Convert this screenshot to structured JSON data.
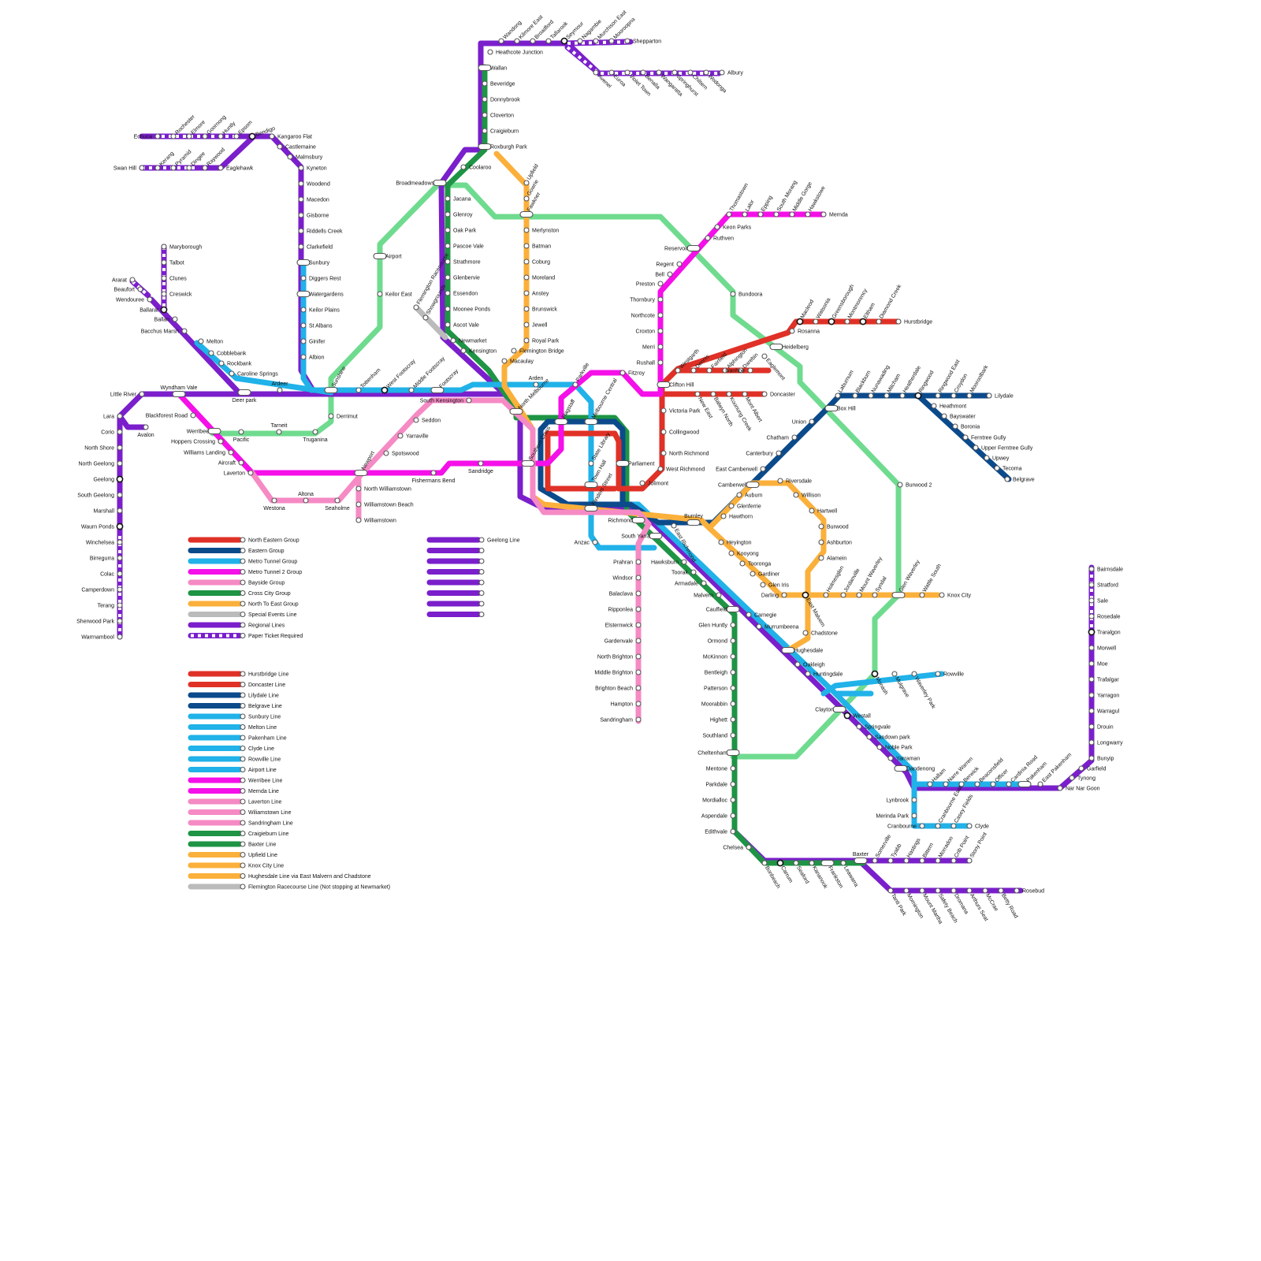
{
  "colors": {
    "north_eastern": "#E03127",
    "eastern": "#0B4A8B",
    "metro_tunnel": "#20B2E8",
    "metro_tunnel_2": "#F50FE8",
    "bayside": "#F58AC4",
    "cross_city": "#1E9444",
    "north_to_east": "#FBB03B",
    "special_events": "#BBBBBB",
    "regional": "#7A1FCB",
    "airport_green": "#6FDB8F"
  },
  "legend_groups": [
    {
      "label": "North Eastern Group",
      "color": "#E03127"
    },
    {
      "label": "Eastern Group",
      "color": "#0B4A8B"
    },
    {
      "label": "Metro Tunnel Group",
      "color": "#20B2E8"
    },
    {
      "label": "Metro Tunnel 2 Group",
      "color": "#F50FE8"
    },
    {
      "label": "Bayside Group",
      "color": "#F58AC4"
    },
    {
      "label": "Cross City Group",
      "color": "#1E9444"
    },
    {
      "label": "North To East Group",
      "color": "#FBB03B"
    },
    {
      "label": "Special Events Line",
      "color": "#BBBBBB"
    },
    {
      "label": "Regional Lines",
      "color": "#7A1FCB"
    },
    {
      "label": "Paper Ticket Required",
      "color": "#7A1FCB",
      "dashed": true
    }
  ],
  "legend_lines": [
    {
      "label": "Hurstbridge Line",
      "color": "#E03127"
    },
    {
      "label": "Doncaster Line",
      "color": "#E03127"
    },
    {
      "label": "Lilydale Line",
      "color": "#0B4A8B"
    },
    {
      "label": "Belgrave Line",
      "color": "#0B4A8B"
    },
    {
      "label": "Sunbury Line",
      "color": "#20B2E8"
    },
    {
      "label": "Melton Line",
      "color": "#20B2E8"
    },
    {
      "label": "Pakenham Line",
      "color": "#20B2E8"
    },
    {
      "label": "Clyde Line",
      "color": "#20B2E8"
    },
    {
      "label": "Rowville Line",
      "color": "#20B2E8"
    },
    {
      "label": "Airport Line",
      "color": "#20B2E8"
    },
    {
      "label": "Werribee Line",
      "color": "#F50FE8"
    },
    {
      "label": "Mernda Line",
      "color": "#F50FE8"
    },
    {
      "label": "Laverton Line",
      "color": "#F58AC4"
    },
    {
      "label": "Wiliamstown Line",
      "color": "#F58AC4"
    },
    {
      "label": "Sandringham Line",
      "color": "#F58AC4"
    },
    {
      "label": "Craigieburn Line",
      "color": "#1E9444"
    },
    {
      "label": "Baxter Line",
      "color": "#1E9444"
    },
    {
      "label": "Upfield Line",
      "color": "#FBB03B"
    },
    {
      "label": "Knox City Line",
      "color": "#FBB03B"
    },
    {
      "label": "Hughesdale Line via East Malvern and Chadstone",
      "color": "#FBB03B"
    },
    {
      "label": "Flemington Racecourse Line (Not stopping at Newmarket)",
      "color": "#BBBBBB"
    }
  ],
  "legend_regional": [
    {
      "label": "Geelong Line",
      "color": "#7A1FCB"
    },
    {
      "label": "",
      "color": "#7A1FCB"
    },
    {
      "label": "",
      "color": "#7A1FCB"
    },
    {
      "label": "",
      "color": "#7A1FCB"
    },
    {
      "label": "",
      "color": "#7A1FCB"
    },
    {
      "label": "",
      "color": "#7A1FCB"
    },
    {
      "label": "",
      "color": "#7A1FCB"
    },
    {
      "label": "",
      "color": "#7A1FCB"
    }
  ],
  "stations": [
    {
      "name": "Wandong"
    },
    {
      "name": "Kilmore East"
    },
    {
      "name": "Broadford"
    },
    {
      "name": "Tallarook"
    },
    {
      "name": "Seymour"
    },
    {
      "name": "Nagambie"
    },
    {
      "name": "Murchison East"
    },
    {
      "name": "Mooroopna"
    },
    {
      "name": "Shepparton"
    },
    {
      "name": "Heathcote Junction"
    },
    {
      "name": "Avenel"
    },
    {
      "name": "Euroa"
    },
    {
      "name": "Violet Town"
    },
    {
      "name": "Benalla"
    },
    {
      "name": "Wangaratta"
    },
    {
      "name": "Springhurst"
    },
    {
      "name": "Chiltern"
    },
    {
      "name": "Wodonga"
    },
    {
      "name": "Albury"
    },
    {
      "name": "Wallan"
    },
    {
      "name": "Beveridge"
    },
    {
      "name": "Donnybrook"
    },
    {
      "name": "Cloverton"
    },
    {
      "name": "Craigieburn"
    },
    {
      "name": "Roxburgh Park"
    },
    {
      "name": "Coolaroo"
    },
    {
      "name": "Broadmeadows"
    },
    {
      "name": "Jacana"
    },
    {
      "name": "Glenroy"
    },
    {
      "name": "Oak Park"
    },
    {
      "name": "Pascoe Vale"
    },
    {
      "name": "Strathmore"
    },
    {
      "name": "Glenbervie"
    },
    {
      "name": "Essendon"
    },
    {
      "name": "Moonee Ponds"
    },
    {
      "name": "Ascot Vale"
    },
    {
      "name": "Newmarket"
    },
    {
      "name": "Kensington"
    },
    {
      "name": "Upfield"
    },
    {
      "name": "Gowrie"
    },
    {
      "name": "Fawkner"
    },
    {
      "name": "Merlynston"
    },
    {
      "name": "Batman"
    },
    {
      "name": "Coburg"
    },
    {
      "name": "Moreland"
    },
    {
      "name": "Anstey"
    },
    {
      "name": "Brunswick"
    },
    {
      "name": "Jewell"
    },
    {
      "name": "Royal Park"
    },
    {
      "name": "Flemington Bridge"
    },
    {
      "name": "Macaulay"
    },
    {
      "name": "Echuca"
    },
    {
      "name": "Rochester"
    },
    {
      "name": "Elmore"
    },
    {
      "name": "Goornong"
    },
    {
      "name": "Huntly"
    },
    {
      "name": "Epsom"
    },
    {
      "name": "Bendigo"
    },
    {
      "name": "Kangaroo Flat"
    },
    {
      "name": "Castlemaine"
    },
    {
      "name": "Malmsbury"
    },
    {
      "name": "Kyneton"
    },
    {
      "name": "Woodend"
    },
    {
      "name": "Macedon"
    },
    {
      "name": "Gisborne"
    },
    {
      "name": "Riddells Creek"
    },
    {
      "name": "Clarkefield"
    },
    {
      "name": "Sunbury"
    },
    {
      "name": "Diggers Rest"
    },
    {
      "name": "Watergardens"
    },
    {
      "name": "Keilor Plains"
    },
    {
      "name": "St Albans"
    },
    {
      "name": "Ginifer"
    },
    {
      "name": "Albion"
    },
    {
      "name": "Swan Hill"
    },
    {
      "name": "Kerang"
    },
    {
      "name": "Pyramid"
    },
    {
      "name": "Dingee"
    },
    {
      "name": "Raywood"
    },
    {
      "name": "Eaglehawk"
    },
    {
      "name": "Maryborough"
    },
    {
      "name": "Talbot"
    },
    {
      "name": "Clunes"
    },
    {
      "name": "Creswick"
    },
    {
      "name": "Ararat"
    },
    {
      "name": "Beaufort"
    },
    {
      "name": "Wendouree"
    },
    {
      "name": "Ballarat"
    },
    {
      "name": "Ballan"
    },
    {
      "name": "Bacchus Marsh"
    },
    {
      "name": "Melton"
    },
    {
      "name": "Cobblebank"
    },
    {
      "name": "Rockbank"
    },
    {
      "name": "Caroline Springs"
    },
    {
      "name": "Deer park"
    },
    {
      "name": "Ardeer"
    },
    {
      "name": "Sunshine"
    },
    {
      "name": "Tottenham"
    },
    {
      "name": "West Footscray"
    },
    {
      "name": "Middle Footscray"
    },
    {
      "name": "Footscray"
    },
    {
      "name": "South Kensington"
    },
    {
      "name": "North Melbourne"
    },
    {
      "name": "Little River"
    },
    {
      "name": "Wyndham Vale"
    },
    {
      "name": "Lara"
    },
    {
      "name": "Corio"
    },
    {
      "name": "Avalon"
    },
    {
      "name": "North Shore"
    },
    {
      "name": "North Geelong"
    },
    {
      "name": "Geelong"
    },
    {
      "name": "South Geelong"
    },
    {
      "name": "Marshall"
    },
    {
      "name": "Waurn Ponds"
    },
    {
      "name": "Winchelsea"
    },
    {
      "name": "Birregurra"
    },
    {
      "name": "Colac"
    },
    {
      "name": "Camperdown"
    },
    {
      "name": "Terang"
    },
    {
      "name": "Sherwood Park"
    },
    {
      "name": "Warrnambool"
    },
    {
      "name": "Blackforest Road"
    },
    {
      "name": "Werribee"
    },
    {
      "name": "Hoppers Crossing"
    },
    {
      "name": "Williams Landing"
    },
    {
      "name": "Aircraft"
    },
    {
      "name": "Laverton"
    },
    {
      "name": "Westona"
    },
    {
      "name": "Altona"
    },
    {
      "name": "Seaholme"
    },
    {
      "name": "Pacific"
    },
    {
      "name": "Tarneit"
    },
    {
      "name": "Truganina"
    },
    {
      "name": "Derrimut"
    },
    {
      "name": "Airport"
    },
    {
      "name": "Keilor East"
    },
    {
      "name": "Flemington Racecourse"
    },
    {
      "name": "Showgrounds"
    },
    {
      "name": "Newport"
    },
    {
      "name": "North Williamstown"
    },
    {
      "name": "Williamstown Beach"
    },
    {
      "name": "Williamstown"
    },
    {
      "name": "Spotswood"
    },
    {
      "name": "Yarraville"
    },
    {
      "name": "Seddon"
    },
    {
      "name": "Sandridge"
    },
    {
      "name": "Fishermans Bend"
    },
    {
      "name": "Arden"
    },
    {
      "name": "Parkville"
    },
    {
      "name": "Fitzroy"
    },
    {
      "name": "Flagstaff"
    },
    {
      "name": "Melbourne Central"
    },
    {
      "name": "Parliament"
    },
    {
      "name": "State Library"
    },
    {
      "name": "Southern Cross"
    },
    {
      "name": "Town Hall"
    },
    {
      "name": "Flinders Street"
    },
    {
      "name": "Jolimont"
    },
    {
      "name": "Richmond"
    },
    {
      "name": "South Yarra"
    },
    {
      "name": "Anzac"
    },
    {
      "name": "East Richmond"
    },
    {
      "name": "Burnley"
    },
    {
      "name": "Prahran"
    },
    {
      "name": "Windsor"
    },
    {
      "name": "Balaclava"
    },
    {
      "name": "Ripponlea"
    },
    {
      "name": "Elsternwick"
    },
    {
      "name": "Gardenvale"
    },
    {
      "name": "North Brighton"
    },
    {
      "name": "Middle Brighton"
    },
    {
      "name": "Brighton Beach"
    },
    {
      "name": "Hampton"
    },
    {
      "name": "Sandringham"
    },
    {
      "name": "Hawksburn"
    },
    {
      "name": "Toorak"
    },
    {
      "name": "Armadale"
    },
    {
      "name": "Malvern"
    },
    {
      "name": "Caulfield"
    },
    {
      "name": "Glen Huntly"
    },
    {
      "name": "Ormond"
    },
    {
      "name": "McKinnon"
    },
    {
      "name": "Bentleigh"
    },
    {
      "name": "Patterson"
    },
    {
      "name": "Moorabbin"
    },
    {
      "name": "Highett"
    },
    {
      "name": "Southland"
    },
    {
      "name": "Cheltenham"
    },
    {
      "name": "Mentone"
    },
    {
      "name": "Parkdale"
    },
    {
      "name": "Mordialloc"
    },
    {
      "name": "Aspendale"
    },
    {
      "name": "Edithvale"
    },
    {
      "name": "Chelsea"
    },
    {
      "name": "Bonbeach"
    },
    {
      "name": "Carrum"
    },
    {
      "name": "Seaford"
    },
    {
      "name": "Kananook"
    },
    {
      "name": "Frankston"
    },
    {
      "name": "Leawarra"
    },
    {
      "name": "Baxter"
    },
    {
      "name": "Somerville"
    },
    {
      "name": "Tyabb"
    },
    {
      "name": "Hastings"
    },
    {
      "name": "Bittern"
    },
    {
      "name": "Morradoo"
    },
    {
      "name": "Crib Point"
    },
    {
      "name": "Stony Point"
    },
    {
      "name": "Tanti Park"
    },
    {
      "name": "Mornington"
    },
    {
      "name": "Mount Martha"
    },
    {
      "name": "Safety Beach"
    },
    {
      "name": "Dromana"
    },
    {
      "name": "Arthurs Seat"
    },
    {
      "name": "McCrae"
    },
    {
      "name": "Betty Road"
    },
    {
      "name": "Rosebud"
    },
    {
      "name": "Carnegie"
    },
    {
      "name": "Murrumbeena"
    },
    {
      "name": "Hughesdale"
    },
    {
      "name": "Oakleigh"
    },
    {
      "name": "Huntingdale"
    },
    {
      "name": "Monash"
    },
    {
      "name": "Mulgrave"
    },
    {
      "name": "Waverley Park"
    },
    {
      "name": "Rowville"
    },
    {
      "name": "Clayton"
    },
    {
      "name": "Westall"
    },
    {
      "name": "Springvale"
    },
    {
      "name": "Sandown park"
    },
    {
      "name": "Noble Park"
    },
    {
      "name": "Yarraman"
    },
    {
      "name": "Dandenong"
    },
    {
      "name": "Hallam"
    },
    {
      "name": "Narre Warren"
    },
    {
      "name": "Berwick"
    },
    {
      "name": "Beaconsfield"
    },
    {
      "name": "Officer"
    },
    {
      "name": "Cardinia Road"
    },
    {
      "name": "Pakenham"
    },
    {
      "name": "East Pakenham"
    },
    {
      "name": "Nar Nar Goon"
    },
    {
      "name": "Tynong"
    },
    {
      "name": "Garfield"
    },
    {
      "name": "Bunyip"
    },
    {
      "name": "Longwarry"
    },
    {
      "name": "Drouin"
    },
    {
      "name": "Warragul"
    },
    {
      "name": "Yarragon"
    },
    {
      "name": "Trafalgar"
    },
    {
      "name": "Moe"
    },
    {
      "name": "Morwell"
    },
    {
      "name": "Traralgon"
    },
    {
      "name": "Rosedale"
    },
    {
      "name": "Sale"
    },
    {
      "name": "Stratford"
    },
    {
      "name": "Bairnsdale"
    },
    {
      "name": "Lynbrook"
    },
    {
      "name": "Merinda Park"
    },
    {
      "name": "Cranbourne"
    },
    {
      "name": "Cranbourne East"
    },
    {
      "name": "Casey Fields"
    },
    {
      "name": "Clyde"
    },
    {
      "name": "Heyington"
    },
    {
      "name": "Kooyong"
    },
    {
      "name": "Tooronga"
    },
    {
      "name": "Gardiner"
    },
    {
      "name": "Glen Iris"
    },
    {
      "name": "Darling"
    },
    {
      "name": "East Malvern"
    },
    {
      "name": "Holmesglen"
    },
    {
      "name": "Jordanville"
    },
    {
      "name": "Mount Waverley"
    },
    {
      "name": "Syndal"
    },
    {
      "name": "Glen Waverley"
    },
    {
      "name": "Wattle South"
    },
    {
      "name": "Knox City"
    },
    {
      "name": "Chadstone"
    },
    {
      "name": "Riversdale"
    },
    {
      "name": "Willison"
    },
    {
      "name": "Hartwell"
    },
    {
      "name": "Burwood"
    },
    {
      "name": "Ashburton"
    },
    {
      "name": "Alamein"
    },
    {
      "name": "Hawthorn"
    },
    {
      "name": "Glenferrie"
    },
    {
      "name": "Auburn"
    },
    {
      "name": "Camberwell"
    },
    {
      "name": "East Camberwell"
    },
    {
      "name": "Canterbury"
    },
    {
      "name": "Chatham"
    },
    {
      "name": "Union"
    },
    {
      "name": "Box Hill"
    },
    {
      "name": "Laburnum"
    },
    {
      "name": "Blackburn"
    },
    {
      "name": "Nunawading"
    },
    {
      "name": "Mitcham"
    },
    {
      "name": "Heatherdale"
    },
    {
      "name": "Ringwood"
    },
    {
      "name": "Ringwood East"
    },
    {
      "name": "Croydon"
    },
    {
      "name": "Mooroolbark"
    },
    {
      "name": "Lilydale"
    },
    {
      "name": "Heathmont"
    },
    {
      "name": "Bayswater"
    },
    {
      "name": "Boronia"
    },
    {
      "name": "Ferntree Gully"
    },
    {
      "name": "Upper Ferntree Gully"
    },
    {
      "name": "Upwey"
    },
    {
      "name": "Tecoma"
    },
    {
      "name": "Belgrave"
    },
    {
      "name": "Burwood 2"
    },
    {
      "name": "Clifton Hill"
    },
    {
      "name": "Victoria Park"
    },
    {
      "name": "Collingwood"
    },
    {
      "name": "North Richmond"
    },
    {
      "name": "West Richmond"
    },
    {
      "name": "Westgarth"
    },
    {
      "name": "Dennis"
    },
    {
      "name": "Fairfield"
    },
    {
      "name": "Alphington"
    },
    {
      "name": "Darebin"
    },
    {
      "name": "Ivanhoe"
    },
    {
      "name": "Eaglemont"
    },
    {
      "name": "Heidelberg"
    },
    {
      "name": "Rosanna"
    },
    {
      "name": "Macleod"
    },
    {
      "name": "Watsonia"
    },
    {
      "name": "Greensborough"
    },
    {
      "name": "Montmorency"
    },
    {
      "name": "Eltham"
    },
    {
      "name": "Diamond Creek"
    },
    {
      "name": "Hurstbridge"
    },
    {
      "name": "New East"
    },
    {
      "name": "Balwyn North"
    },
    {
      "name": "Koonung Creek"
    },
    {
      "name": "Mont Albert"
    },
    {
      "name": "Doncaster"
    },
    {
      "name": "Rushall"
    },
    {
      "name": "Merri"
    },
    {
      "name": "Croxton"
    },
    {
      "name": "Northcote"
    },
    {
      "name": "Thornbury"
    },
    {
      "name": "Bell"
    },
    {
      "name": "Preston"
    },
    {
      "name": "Regent"
    },
    {
      "name": "Reservoir"
    },
    {
      "name": "Ruthven"
    },
    {
      "name": "Keon Parks"
    },
    {
      "name": "Thomastown"
    },
    {
      "name": "Lalor"
    },
    {
      "name": "Epping"
    },
    {
      "name": "South Morang"
    },
    {
      "name": "Middle Gorge"
    },
    {
      "name": "Hawkstowe"
    },
    {
      "name": "Mernda"
    },
    {
      "name": "Bundoora"
    }
  ]
}
